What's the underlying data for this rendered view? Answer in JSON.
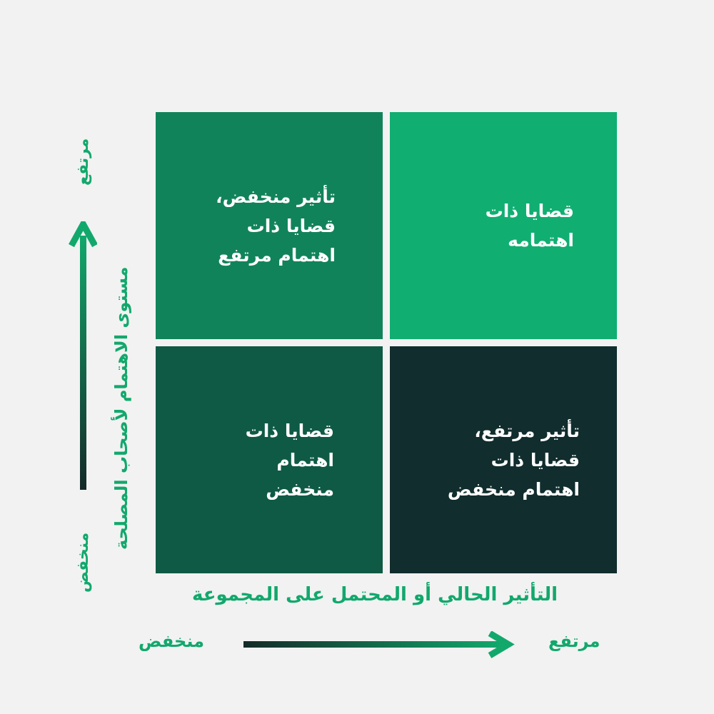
{
  "colors": {
    "accent": "#12a86c",
    "background": "#f2f2f2",
    "quadrant_top_left": "#11835a",
    "quadrant_top_right": "#11ae72",
    "quadrant_bottom_left": "#0f5a45",
    "quadrant_bottom_right": "#112d2e",
    "arrow_dark": "#142a28"
  },
  "quadrants": {
    "top_left": [
      "تأثير منخفض،",
      "قضايا ذات",
      "اهتمام مرتفع"
    ],
    "top_right": [
      "قضايا ذات",
      "اهتمامه"
    ],
    "bottom_left": [
      "قضايا ذات",
      "اهتمام",
      "منخفض"
    ],
    "bottom_right": [
      "تأثير مرتفع،",
      "قضايا ذات",
      "اهتمام منخفض"
    ]
  },
  "y_axis": {
    "title": "مستوى الاهتمام لأصحاب المصلحة",
    "high_label": "مرتفع",
    "low_label": "منخفض"
  },
  "x_axis": {
    "title": "التأثير الحالي أو المحتمل على المجموعة",
    "high_label": "مرتفع",
    "low_label": "منخفض"
  }
}
